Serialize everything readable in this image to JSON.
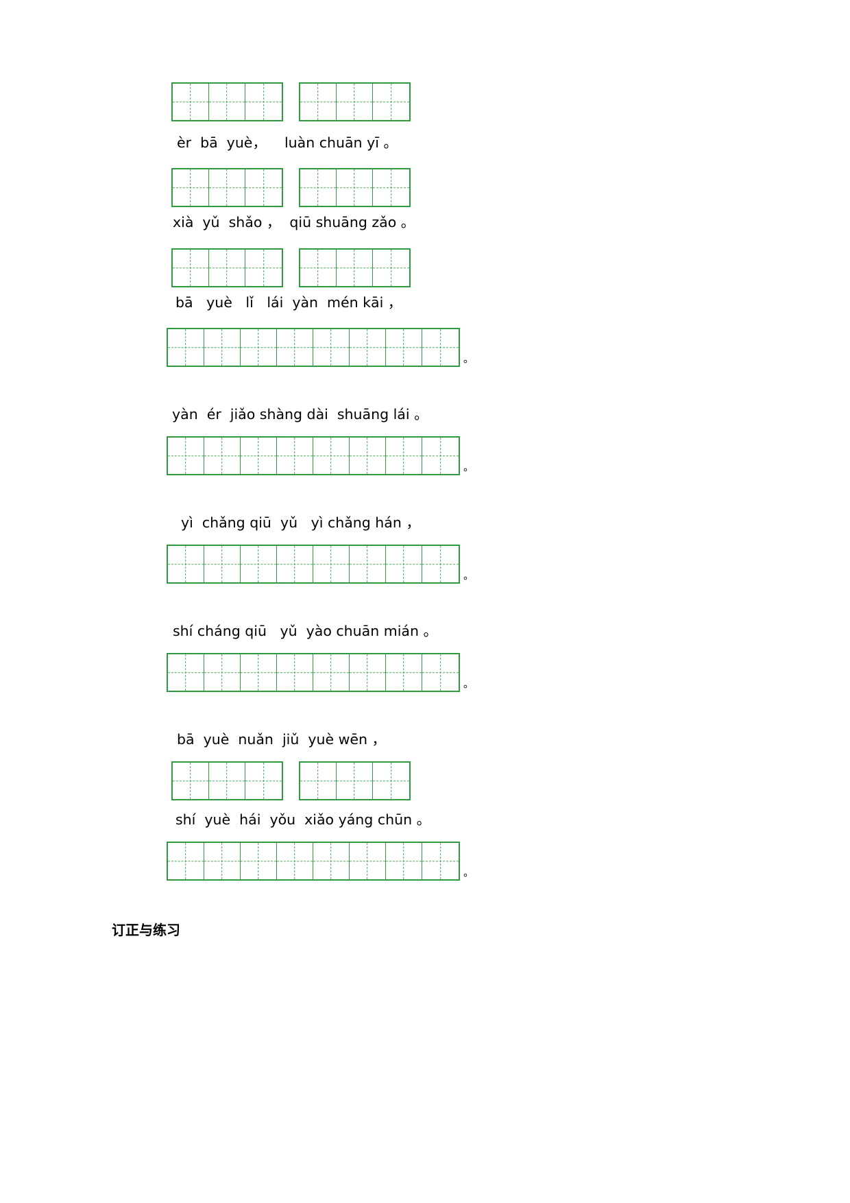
{
  "document": {
    "type": "chinese-pinyin-writing-worksheet",
    "grid_color": "#2e9b3f",
    "grid_dash_color": "#4aa85a",
    "text_color": "#000000",
    "footer_heading": "订正与练习"
  },
  "rows": [
    {
      "id": "row-1-grid",
      "kind": "grid",
      "blocks": [
        3,
        3
      ],
      "trailing_punct": ""
    },
    {
      "id": "row-1-pinyin",
      "kind": "pinyin",
      "text": "èr  bā  yuè，    luàn chuān yī 。"
    },
    {
      "id": "row-2-grid",
      "kind": "grid",
      "blocks": [
        3,
        3
      ],
      "trailing_punct": ""
    },
    {
      "id": "row-2-pinyin",
      "kind": "pinyin",
      "text": "xià  yǔ  shǎo ，  qiū shuāng zǎo 。"
    },
    {
      "id": "row-3-grid",
      "kind": "grid",
      "blocks": [
        3,
        3
      ],
      "trailing_punct": ""
    },
    {
      "id": "row-3-pinyin",
      "kind": "pinyin",
      "text": "bā   yuè   lǐ   lái  yàn  mén kāi ，"
    },
    {
      "id": "row-4-grid",
      "kind": "grid",
      "blocks": [
        8
      ],
      "trailing_punct": "。"
    },
    {
      "id": "row-4-pinyin",
      "kind": "pinyin",
      "text": "yàn  ér  jiǎo shàng dài  shuāng lái 。"
    },
    {
      "id": "row-5-grid",
      "kind": "grid",
      "blocks": [
        8
      ],
      "trailing_punct": "。"
    },
    {
      "id": "row-5-pinyin",
      "kind": "pinyin",
      "text": "yì  chǎng qiū  yǔ   yì chǎng hán ，"
    },
    {
      "id": "row-6-grid",
      "kind": "grid",
      "blocks": [
        8
      ],
      "trailing_punct": "。"
    },
    {
      "id": "row-6-pinyin",
      "kind": "pinyin",
      "text": "shí cháng qiū   yǔ  yào chuān mián 。"
    },
    {
      "id": "row-7-grid",
      "kind": "grid",
      "blocks": [
        8
      ],
      "trailing_punct": "。"
    },
    {
      "id": "row-7-pinyin",
      "kind": "pinyin",
      "text": "bā  yuè  nuǎn  jiǔ  yuè wēn ，"
    },
    {
      "id": "row-8-grid",
      "kind": "grid",
      "blocks": [
        3,
        3
      ],
      "trailing_punct": ""
    },
    {
      "id": "row-8-pinyin",
      "kind": "pinyin",
      "text": "shí  yuè  hái  yǒu  xiǎo yáng chūn 。"
    },
    {
      "id": "row-9-grid",
      "kind": "grid",
      "blocks": [
        8
      ],
      "trailing_punct": "。"
    }
  ]
}
